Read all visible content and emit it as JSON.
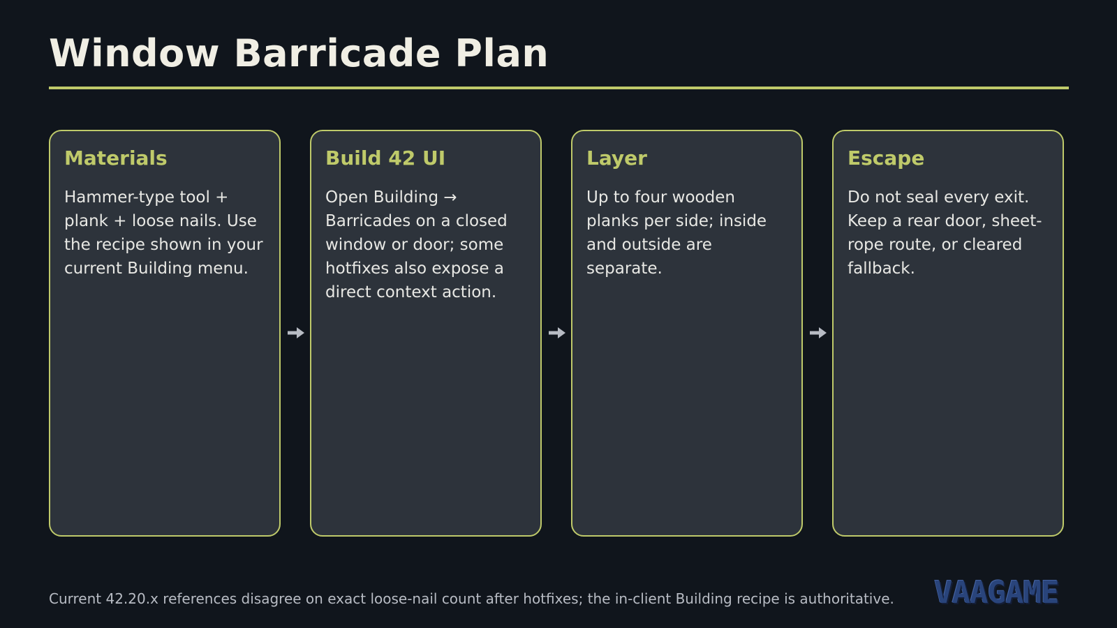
{
  "header": {
    "title": "Window Barricade Plan"
  },
  "steps": [
    {
      "title": "Materials",
      "body": "Hammer-type tool + plank + loose nails. Use the recipe shown in your current Building menu."
    },
    {
      "title": "Build 42 UI",
      "body": "Open Building → Barricades on a closed window or door; some hotfixes also expose a direct context action."
    },
    {
      "title": "Layer",
      "body": "Up to four wooden planks per side; inside and outside are separate."
    },
    {
      "title": "Escape",
      "body": "Do not seal every exit. Keep a rear door, sheet-rope route, or cleared fallback."
    }
  ],
  "footer": {
    "note": "Current 42.20.x references disagree on exact loose-nail count after hotfixes; the in-client Building recipe is authoritative."
  },
  "logo": {
    "text": "VAAGAME"
  },
  "colors": {
    "background": "#10151c",
    "card": "#2d333b",
    "accent": "#bfca6a",
    "title": "#f0eee4"
  },
  "icons": {
    "connector": "arrow-right-icon"
  }
}
